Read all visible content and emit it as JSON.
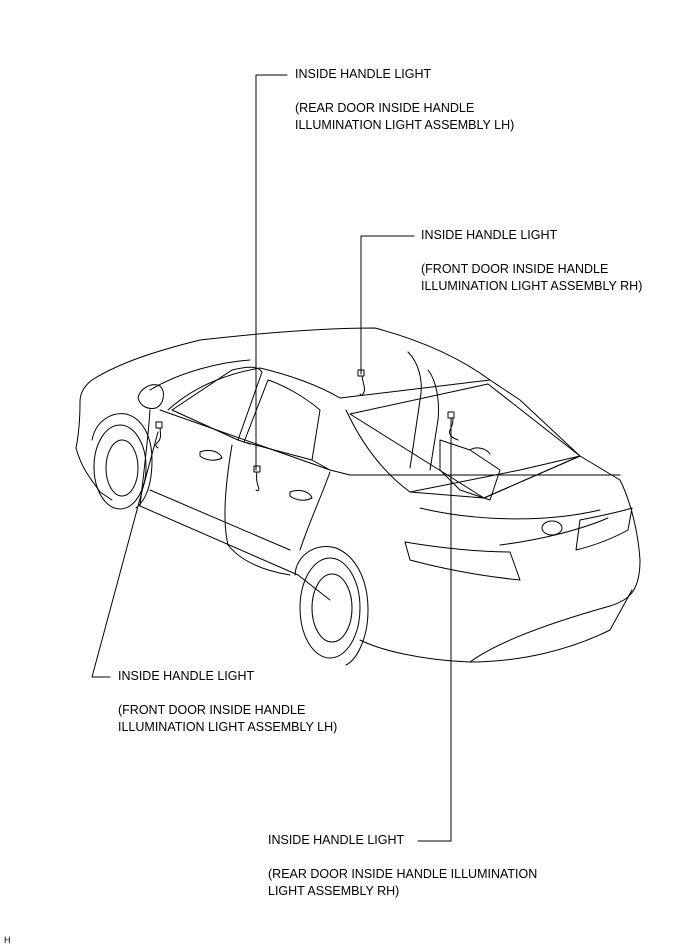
{
  "callouts": {
    "rear_lh": {
      "title": "INSIDE HANDLE LIGHT",
      "detail": "(REAR DOOR INSIDE HANDLE\nILLUMINATION LIGHT ASSEMBLY LH)"
    },
    "front_rh": {
      "title": "INSIDE HANDLE LIGHT",
      "detail": "(FRONT DOOR INSIDE HANDLE\nILLUMINATION LIGHT ASSEMBLY RH)"
    },
    "front_lh": {
      "title": "INSIDE HANDLE LIGHT",
      "detail": "(FRONT DOOR INSIDE HANDLE\nILLUMINATION LIGHT ASSEMBLY LH)"
    },
    "rear_rh": {
      "title": "INSIDE HANDLE LIGHT",
      "detail": "(REAR DOOR INSIDE HANDLE ILLUMINATION\nLIGHT ASSEMBLY RH)"
    }
  },
  "footer_mark": "H"
}
